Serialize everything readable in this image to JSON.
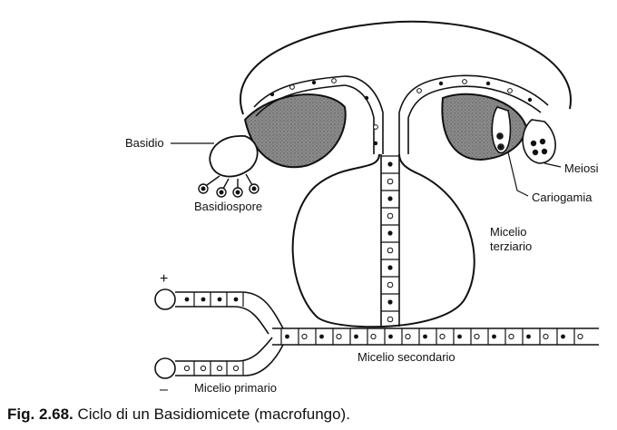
{
  "labels": {
    "basidio": "Basidio",
    "basidiospore": "Basidiospore",
    "meiosi": "Meiosi",
    "cariogamia": "Cariogamia",
    "micelio_terziario_1": "Micelio",
    "micelio_terziario_2": "terziario",
    "micelio_secondario": "Micelio secondario",
    "micelio_primario": "Micelio primario",
    "plus": "+",
    "minus": "–"
  },
  "caption": {
    "number": "Fig. 2.68.",
    "text": " Ciclo di un Basidiomicete (macrofungo)."
  },
  "colors": {
    "ink": "#111111",
    "gill": "#8a8a8a",
    "paper": "#ffffff"
  }
}
